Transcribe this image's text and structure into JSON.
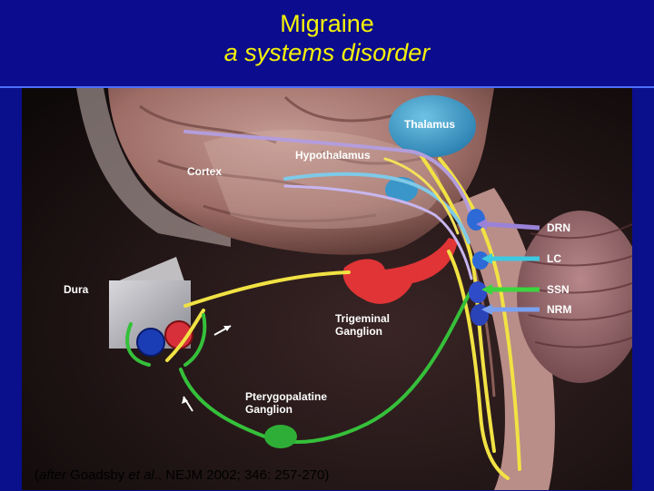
{
  "slide": {
    "title_line1": "Migraine",
    "title_line2": "a systems disorder",
    "colors": {
      "background": "#0b0d8e",
      "title": "#f5f20a"
    }
  },
  "figure": {
    "labels": {
      "thalamus": "Thalamus",
      "hypothalamus": "Hypothalamus",
      "cortex": "Cortex",
      "dura": "Dura",
      "drn": "DRN",
      "lc": "LC",
      "ssn": "SSN",
      "nrm": "NRM",
      "trigeminal_1": "Trigeminal",
      "trigeminal_2": "Ganglion",
      "ptery_1": "Pterygopalatine",
      "ptery_2": "Ganglion"
    }
  },
  "citation": {
    "open": "(",
    "after": "after",
    "authors": " Goadsby ",
    "etal": "et al",
    "rest": "., NEJM 2002; 346: 257-270)"
  }
}
